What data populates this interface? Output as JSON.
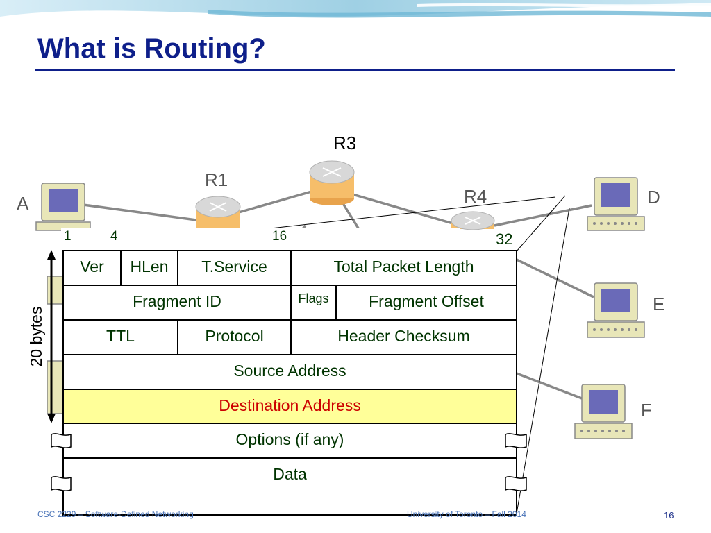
{
  "slide": {
    "title": "What is Routing?",
    "footer_left": "CSC 2229 – Software-Defined Networking",
    "footer_center": "University of Toronto – Fall 2014",
    "page_number": "16"
  },
  "network": {
    "routers": [
      "R1",
      "R3",
      "R4"
    ],
    "hosts": [
      "A",
      "D",
      "E",
      "F"
    ]
  },
  "header_diagram": {
    "bit_positions": [
      "1",
      "4",
      "16",
      "32"
    ],
    "size_label": "20 bytes",
    "rows": [
      [
        "Ver",
        "HLen",
        "T.Service",
        "Total Packet Length"
      ],
      [
        "Fragment ID",
        "Flags",
        "Fragment Offset"
      ],
      [
        "TTL",
        "Protocol",
        "Header Checksum"
      ],
      [
        "Source Address"
      ],
      [
        "Destination Address"
      ],
      [
        "Options (if any)"
      ],
      [
        "Data"
      ]
    ]
  },
  "colors": {
    "title": "#0e1f8a",
    "field_text": "#003300",
    "highlight_row": "#ffff99",
    "highlight_text": "#cc0000"
  }
}
